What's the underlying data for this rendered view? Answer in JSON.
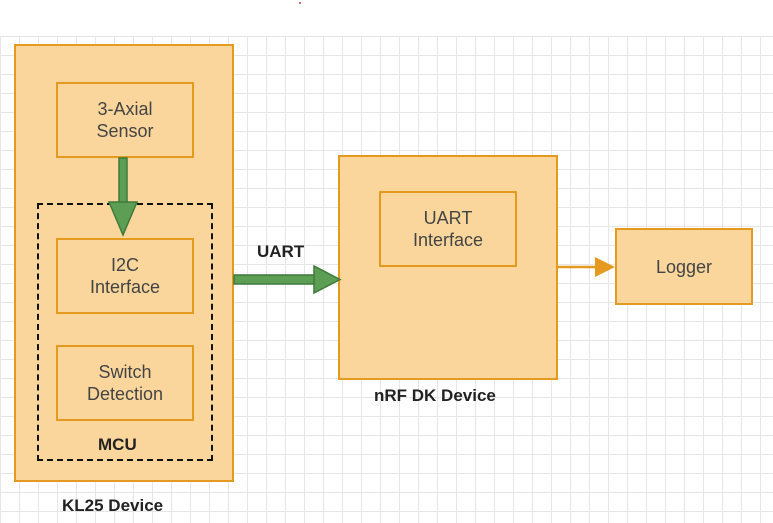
{
  "diagram": {
    "kl25": {
      "title": "KL25 Device"
    },
    "sensor": {
      "line1": "3-Axial",
      "line2": "Sensor"
    },
    "mcu": {
      "label": "MCU"
    },
    "i2c": {
      "line1": "I2C",
      "line2": "Interface"
    },
    "switch": {
      "line1": "Switch",
      "line2": "Detection"
    },
    "link": {
      "label": "UART"
    },
    "nrf": {
      "title": "nRF DK Device"
    },
    "uart_if": {
      "line1": "UART",
      "line2": "Interface"
    },
    "logger": {
      "label": "Logger"
    }
  },
  "colors": {
    "box_fill": "#fad69c",
    "box_border": "#e39a1e",
    "green_arrow": "#5b9e54",
    "orange_arrow": "#e39a1e"
  }
}
